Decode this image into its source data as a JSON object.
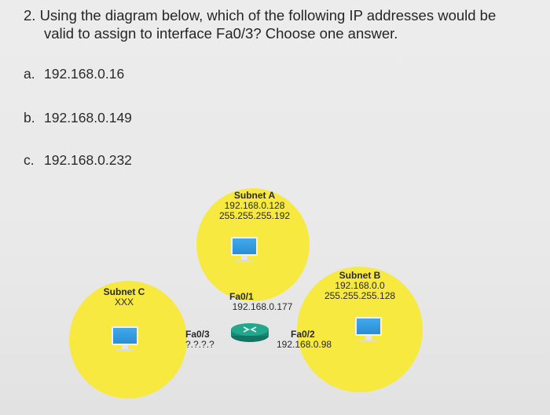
{
  "question": {
    "line1": "2. Using the diagram below, which of the following IP addresses would be",
    "line2": "valid to assign to interface Fa0/3? Choose one answer."
  },
  "options": [
    {
      "letter": "a.",
      "value": "192.168.0.16"
    },
    {
      "letter": "b.",
      "value": "192.168.0.149"
    },
    {
      "letter": "c.",
      "value": "192.168.0.232"
    }
  ],
  "diagram": {
    "subnet_a": {
      "title": "Subnet A",
      "network": "192.168.0.128",
      "mask": "255.255.255.192"
    },
    "subnet_b": {
      "title": "Subnet B",
      "network": "192.168.0.0",
      "mask": "255.255.255.128"
    },
    "subnet_c": {
      "title": "Subnet C",
      "network": "XXX"
    },
    "fa01": {
      "name": "Fa0/1",
      "ip": "192.168.0.177"
    },
    "fa02": {
      "name": "Fa0/2",
      "ip": "192.168.0.98"
    },
    "fa03": {
      "name": "Fa0/3",
      "ip": "?.?.?.?"
    },
    "colors": {
      "subnet_fill": "#f7e93f",
      "monitor_screen": "#2a8ed6",
      "router": "#1f9a86"
    },
    "icons": [
      "monitor-icon",
      "router-icon"
    ]
  }
}
